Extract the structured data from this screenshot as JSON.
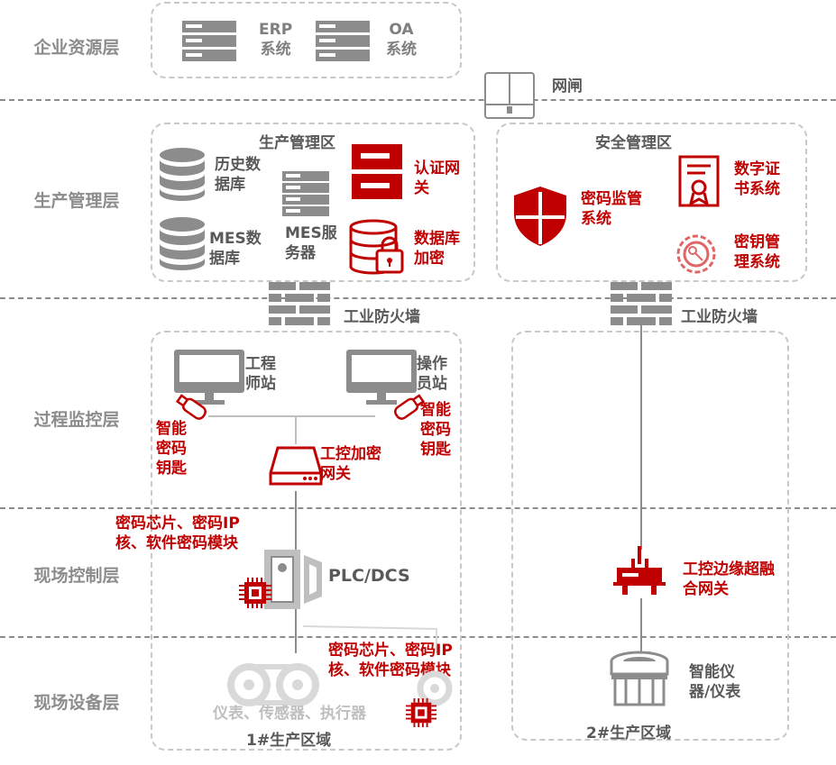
{
  "layers": {
    "enterprise": "企业资源层",
    "production_mgmt": "生产管理层",
    "process_monitor": "过程监控层",
    "field_control": "现场控制层",
    "field_device": "现场设备层"
  },
  "enterprise": {
    "erp": "ERP\n系统",
    "oa": "OA\n系统"
  },
  "gateway": "网闸",
  "production_zone": {
    "title": "生产管理区",
    "history_db": "历史数\n据库",
    "mes_db": "MES数\n据库",
    "mes_server": "MES服\n务器",
    "auth_gateway": "认证网\n关",
    "db_encrypt": "数据库\n加密"
  },
  "security_zone": {
    "title": "安全管理区",
    "crypto_monitor": "密码监管\n系统",
    "digital_cert": "数字证\n书系统",
    "key_mgmt": "密钥管\n理系统"
  },
  "firewalls": {
    "left": "工业防火墙",
    "right": "工业防火墙"
  },
  "process": {
    "engineer_station": "工程\n师站",
    "operator_station": "操作\n员站",
    "smart_key_left": "智能\n密码\n钥匙",
    "smart_key_right": "智能\n密码\n钥匙",
    "ics_gateway": "工控加密\n网关"
  },
  "control": {
    "chip_text_top": "密码芯片、密码IP\n核、软件密码模块",
    "plc": "PLC/DCS",
    "edge_gateway": "工控边缘超融\n合网关"
  },
  "device": {
    "chip_text_bottom": "密码芯片、密码IP\n核、软件密码模块",
    "instruments": "仪表、传感器、执行器",
    "smart_instrument": "智能仪\n器/仪表",
    "zone1": "1#生产区域",
    "zone2": "2#生产区域"
  },
  "colors": {
    "accent_red": "#c00000",
    "icon_gray": "#8c8c8c",
    "dashed_line": "#8c8c8c"
  }
}
